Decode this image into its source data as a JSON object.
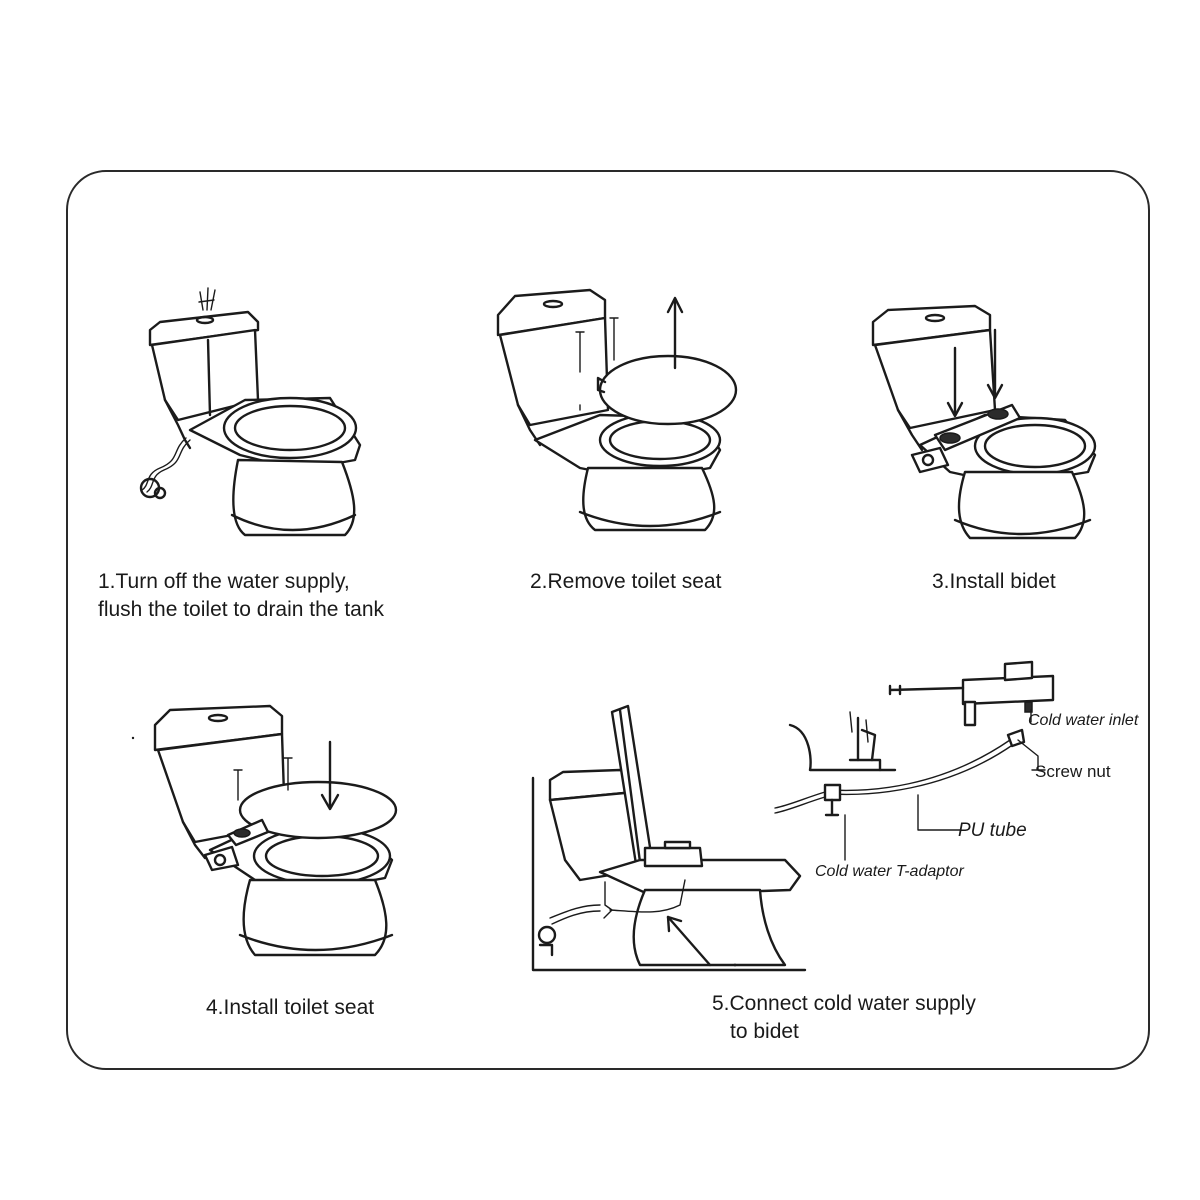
{
  "steps": [
    {
      "caption_line1": "1.Turn off the water supply,",
      "caption_line2": "flush  the toilet to drain the tank"
    },
    {
      "caption_line1": "2.Remove  toilet seat"
    },
    {
      "caption_line1": "3.Install bidet"
    },
    {
      "caption_line1": "4.Install toilet seat"
    },
    {
      "caption_line1": "5.Connect cold water supply",
      "caption_line2": "to bidet"
    }
  ],
  "callouts": {
    "cold_water_inlet": "Cold water inlet",
    "screw_nut": "Screw nut",
    "pu_tube": "PU tube",
    "t_adaptor": "Cold water T-adaptor"
  },
  "colors": {
    "line": "#1b1b1b",
    "background": "#ffffff"
  }
}
